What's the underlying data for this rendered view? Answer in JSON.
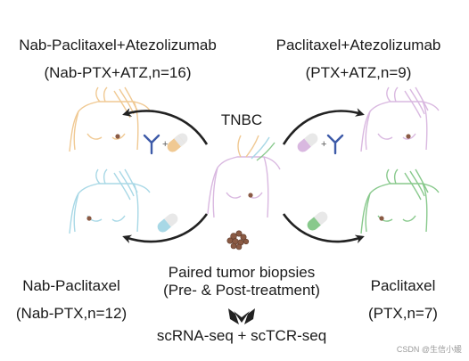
{
  "groups": {
    "top_left": {
      "name": "Nab-Paclitaxel+Atezolizumab",
      "detail": "(Nab-PTX+ATZ,n=16)"
    },
    "top_right": {
      "name": "Paclitaxel+Atezolizumab",
      "detail": "(PTX+ATZ,n=9)"
    },
    "bottom_left": {
      "name": "Nab-Paclitaxel",
      "detail": "(Nab-PTX,n=12)"
    },
    "bottom_right": {
      "name": "Paclitaxel",
      "detail": "(PTX,n=7)"
    }
  },
  "center": {
    "disease": "TNBC",
    "biopsy_line1": "Paired tumor biopsies",
    "biopsy_line2": "(Pre-  & Post-treatment)",
    "assay": "scRNA-seq + scTCR-seq"
  },
  "watermark": "CSDN @生信小媛",
  "colors": {
    "nab_ptx_atz": "#f0c993",
    "ptx_atz": "#d9b8e0",
    "nab_ptx": "#a8d8e6",
    "ptx": "#88c98c",
    "antibody": "#3d5aa8",
    "arrow": "#222222",
    "tumor": "#8a5a44"
  }
}
